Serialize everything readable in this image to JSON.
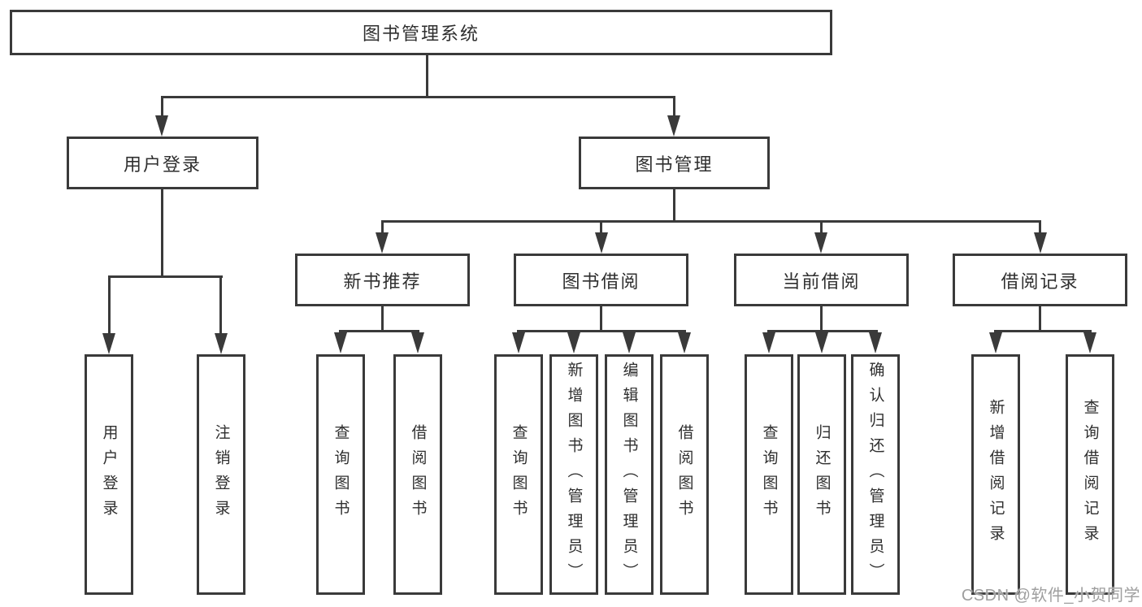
{
  "diagram": {
    "root": {
      "label": "图书管理系统"
    },
    "level2": [
      {
        "label": "用户登录"
      },
      {
        "label": "图书管理"
      }
    ],
    "level3": [
      {
        "label": "新书推荐"
      },
      {
        "label": "图书借阅"
      },
      {
        "label": "当前借阅"
      },
      {
        "label": "借阅记录"
      }
    ],
    "leaves_user": [
      {
        "label": "用户登录"
      },
      {
        "label": "注销登录"
      }
    ],
    "leaves_recommend": [
      {
        "label": "查询图书"
      },
      {
        "label": "借阅图书"
      }
    ],
    "leaves_borrow": [
      {
        "label": "查询图书"
      },
      {
        "label": "新增图书（管理员）"
      },
      {
        "label": "编辑图书（管理员）"
      },
      {
        "label": "借阅图书"
      }
    ],
    "leaves_current": [
      {
        "label": "查询图书"
      },
      {
        "label": "归还图书"
      },
      {
        "label": "确认归还（管理员）"
      }
    ],
    "leaves_records": [
      {
        "label": "新增借阅记录"
      },
      {
        "label": "查询借阅记录"
      }
    ]
  },
  "watermark": {
    "text": "CSDN @软件_小贺同学"
  },
  "colors": {
    "line": "#3a3a3a",
    "text": "#2f2f2f",
    "watermark": "#9f9f9f",
    "background": "#ffffff"
  }
}
